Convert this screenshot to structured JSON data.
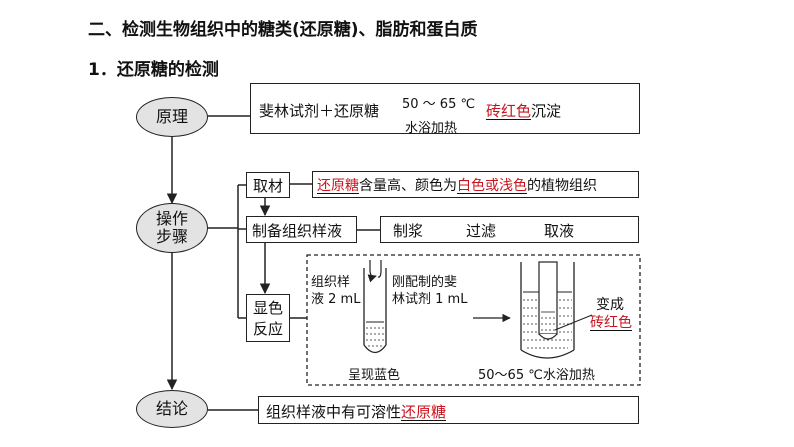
{
  "heading": "二、检测生物组织中的糖类(还原糖)、脂肪和蛋白质",
  "subheading": "1．还原糖的检测",
  "nodes": {
    "principle": "原理",
    "operation_line1": "操作",
    "operation_line2": "步骤",
    "conclusion": "结论"
  },
  "principle_box": {
    "part1": "斐林试剂＋还原糖",
    "condition_top": "50 ～ 65 ℃",
    "condition_bottom": "水浴加热",
    "product": "砖红色",
    "suffix": "沉淀"
  },
  "steps": {
    "material": "取材",
    "prepare": "制备组织样液",
    "show_line1": "显色",
    "show_line2": "反应"
  },
  "material_desc": {
    "red1": "还原糖",
    "mid": "含量高、颜色为",
    "red2": "白色或浅色",
    "tail": "的植物组织"
  },
  "prepare_desc": {
    "a": "制浆",
    "b": "过滤",
    "c": "取液"
  },
  "experiment": {
    "sample_line1": "组织样",
    "sample_line2": "液 2 mL",
    "reagent_line1": "刚配制的斐",
    "reagent_line2": "林试剂 1 mL",
    "result_left": "呈现蓝色",
    "result_right": "50～65 ℃水浴加热",
    "change_line1": "变成",
    "change_line2": "砖红色"
  },
  "conclusion_box": {
    "text": "组织样液中有可溶性",
    "red": "还原糖"
  }
}
